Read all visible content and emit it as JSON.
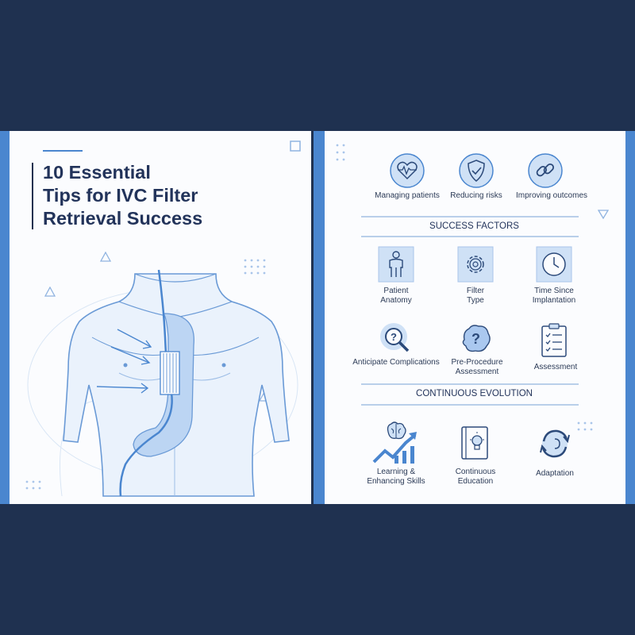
{
  "title_lines": [
    "10 Essential",
    "Tips for IVC Filter",
    "Retrieval Success"
  ],
  "top_icons": [
    {
      "label": "Managing patients",
      "icon": "heart-pulse-icon"
    },
    {
      "label": "Reducing risks",
      "icon": "shield-check-icon"
    },
    {
      "label": "Improving outcomes",
      "icon": "link-chain-icon"
    }
  ],
  "section1": {
    "heading": "SUCCESS FACTORS",
    "items": [
      {
        "lines": [
          "Patient",
          "Anatomy"
        ],
        "icon": "person-icon"
      },
      {
        "lines": [
          "Filter",
          "Type"
        ],
        "icon": "gear-icon"
      },
      {
        "lines": [
          "Time Since",
          "Implantation"
        ],
        "icon": "clock-icon"
      },
      {
        "lines": [
          "Anticipate Complications"
        ],
        "icon": "magnifier-question-icon"
      },
      {
        "lines": [
          "Pre-Procedure",
          "Assessment"
        ],
        "icon": "brain-question-icon"
      },
      {
        "lines": [
          "Assessment"
        ],
        "icon": "clipboard-checklist-icon"
      }
    ]
  },
  "section2": {
    "heading": "CONTINUOUS EVOLUTION",
    "items": [
      {
        "lines": [
          "Learning &",
          "Enhancing Skills"
        ],
        "icon": "brain-growth-chart-icon"
      },
      {
        "lines": [
          "Continuous",
          "Education"
        ],
        "icon": "book-lightbulb-icon"
      },
      {
        "lines": [
          "Adaptation"
        ],
        "icon": "cycle-arrows-icon"
      }
    ]
  },
  "colors": {
    "navy": "#1f3150",
    "accent": "#4a86cf",
    "icon_fill": "#cfe1f6",
    "text": "#22335a"
  }
}
